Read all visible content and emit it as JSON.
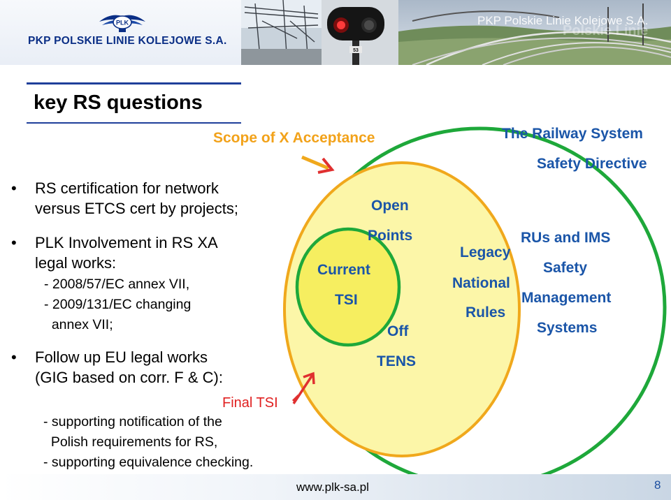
{
  "header": {
    "company": "PKP POLSKIE LINIE KOLEJOWE S.A.",
    "emblem_text": "PLK",
    "photo_brand": "PKP Polskie Linie Kolejowe S.A.",
    "photo_brand_large": "Polskie Linie",
    "signal_plate": "53"
  },
  "slide": {
    "title": "key RS questions",
    "bullets": [
      {
        "lines": [
          "RS certification for network",
          "versus ETCS cert by projects;"
        ]
      },
      {
        "lines": [
          "PLK Involvement in RS XA",
          "legal works:"
        ],
        "sub": [
          "- 2008/57/EC annex VII,",
          "- 2009/131/EC changing",
          "  annex VII;"
        ]
      },
      {
        "lines": [
          "Follow up EU legal works",
          "(GIG based on corr. F & C):"
        ]
      }
    ],
    "final_tsi": "Final TSI",
    "final_sub": [
      "- supporting notification of the",
      "  Polish requirements for RS,",
      "- supporting equivalence checking."
    ]
  },
  "diagram": {
    "scope_label": "Scope of X Acceptance",
    "railway_system": "The Railway System",
    "safety_directive": "Safety Directive",
    "open": "Open",
    "points": "Points",
    "current": "Current",
    "tsi": "TSI",
    "off": "Off",
    "tens": "TENS",
    "legacy": "Legacy",
    "national": "National",
    "rules": "Rules",
    "rus_ims": "RUs and IMS",
    "safety": "Safety",
    "management": "Management",
    "systems": "Systems",
    "colors": {
      "outer_ellipse": "#1ea83a",
      "yellow_fill": "#fcf6a8",
      "yellow_outline": "#f0a81c",
      "inner_fill": "#f6ee60",
      "inner_outline": "#1ea83a",
      "arrow": "#e03030",
      "text_blue": "#1a55a8"
    }
  },
  "footer": {
    "url": "www.plk-sa.pl",
    "page": "8"
  }
}
